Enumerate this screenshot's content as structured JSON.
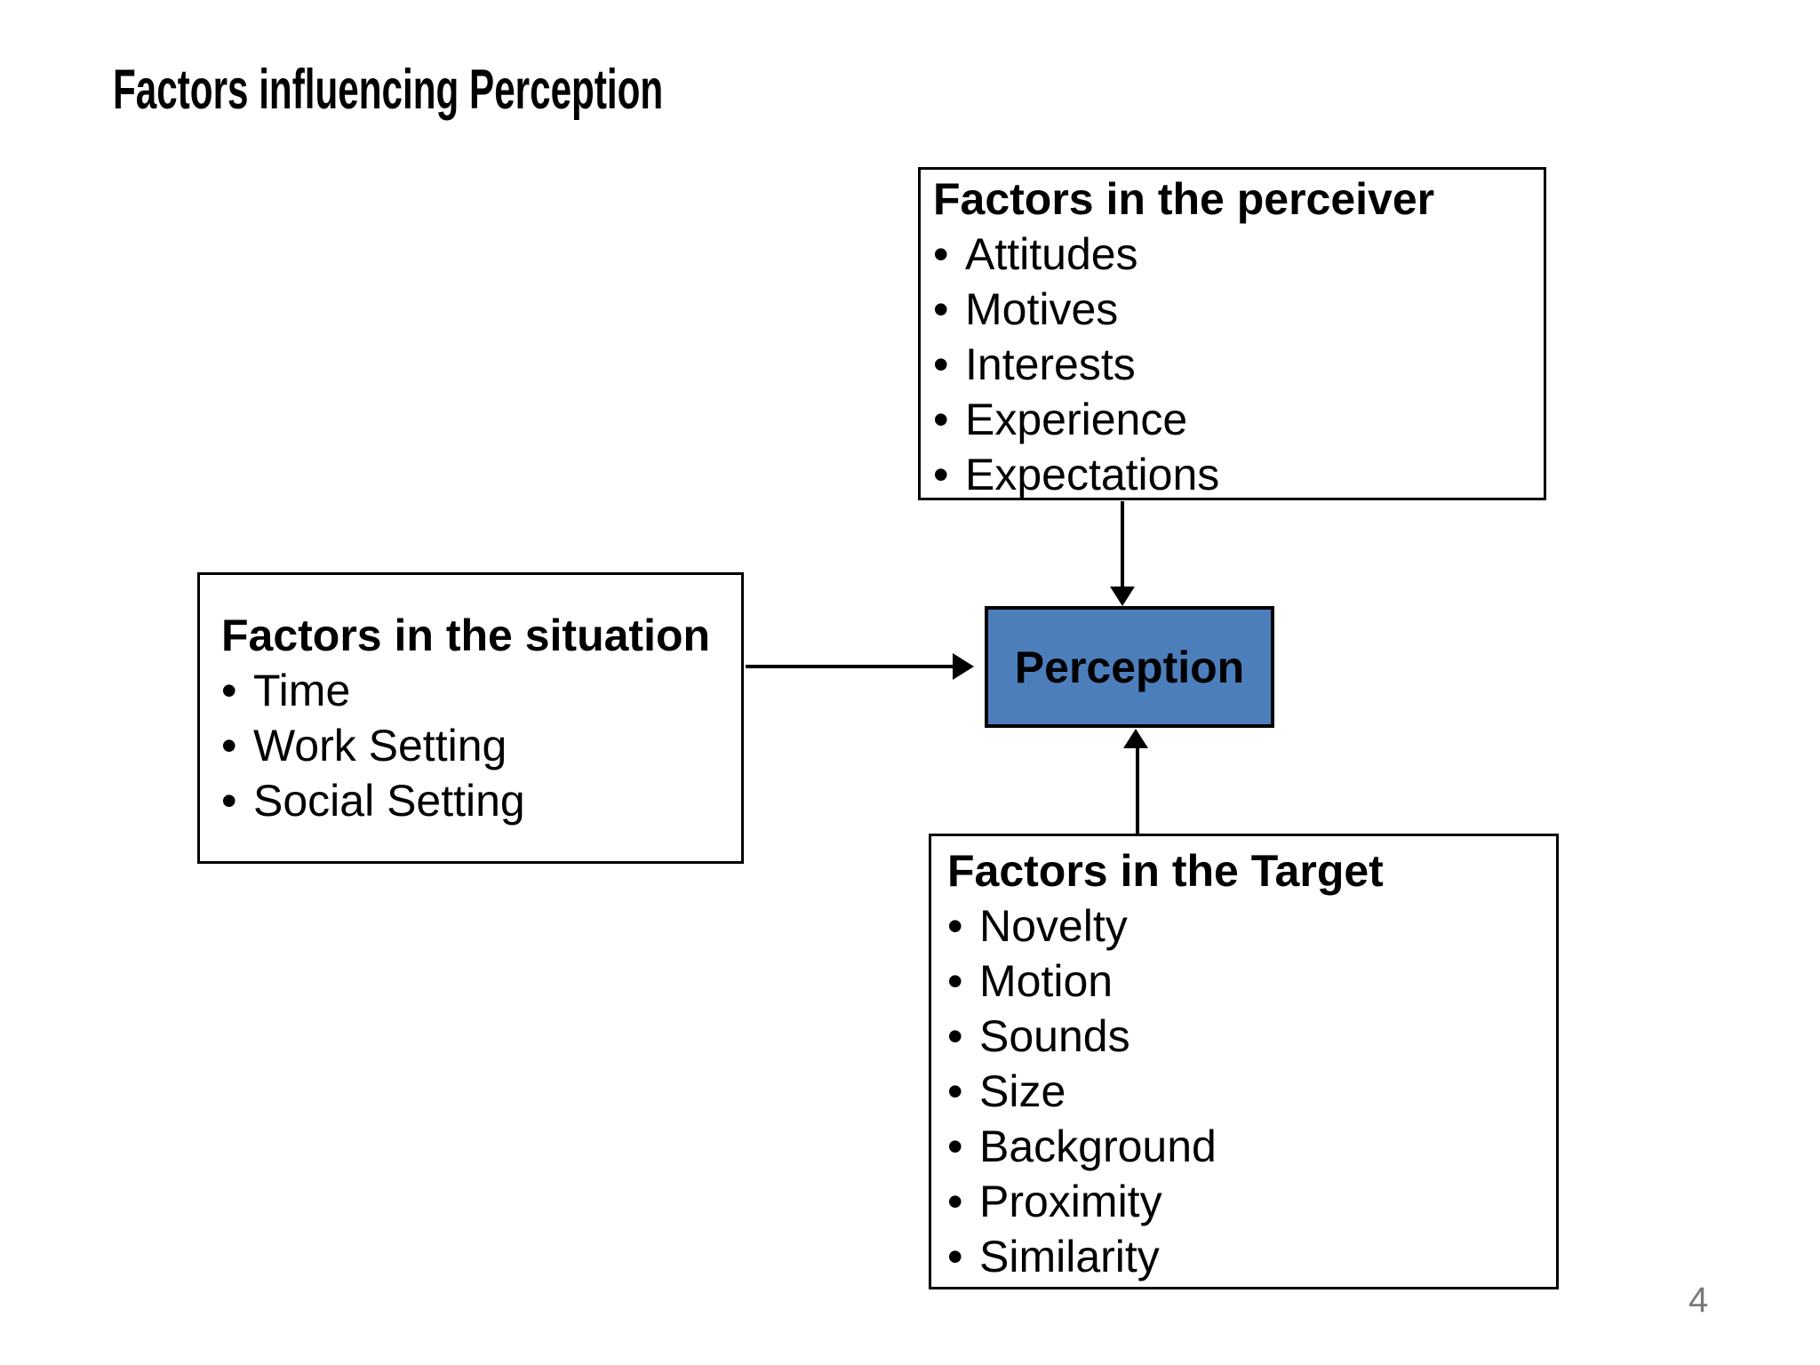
{
  "title": "Factors influencing Perception",
  "bullet": "•",
  "boxes": {
    "perceiver": {
      "title": "Factors in the perceiver",
      "items": [
        "Attitudes",
        "Motives",
        "Interests",
        "Experience",
        "Expectations"
      ]
    },
    "situation": {
      "title": "Factors in the situation",
      "items": [
        "Time",
        "Work Setting",
        "Social Setting"
      ]
    },
    "target": {
      "title": "Factors in the Target",
      "items": [
        "Novelty",
        "Motion",
        "Sounds",
        "Size",
        "Background",
        "Proximity",
        "Similarity"
      ]
    }
  },
  "perception": {
    "label": "Perception"
  },
  "page_number": "4",
  "colors": {
    "background": "#ffffff",
    "box_border": "#000000",
    "text": "#000000",
    "perception_fill": "#4d7ebc",
    "page_number": "#7a7a7a"
  }
}
